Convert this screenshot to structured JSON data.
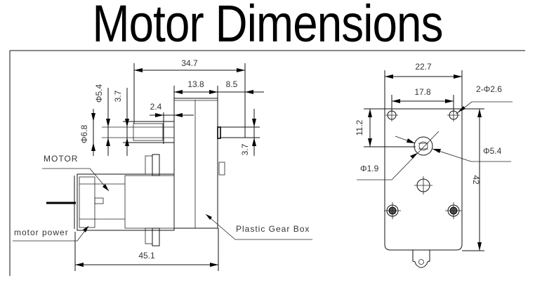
{
  "title": "Motor Dimensions",
  "side_view": {
    "dims": {
      "overall_shaft_span": "34.7",
      "gearbox_width": "13.8",
      "shaft_extension": "8.5",
      "boss_offset": "2.4",
      "diameter_outer": "Φ6.8",
      "diameter_inner": "Φ5.4",
      "shaft_height_left": "3.7",
      "shaft_height_right": "3.7",
      "overall_length": "45.1"
    },
    "labels": {
      "motor": "MOTOR",
      "motor_power": "motor power",
      "gear_box": "Plastic Gear Box"
    }
  },
  "front_view": {
    "dims": {
      "width": "22.7",
      "hole_spacing": "17.8",
      "mount_holes": "2-Φ2.6",
      "shaft_offset": "11.2",
      "shaft_inner": "Φ1.9",
      "shaft_outer": "Φ5.4",
      "height": "42"
    }
  }
}
